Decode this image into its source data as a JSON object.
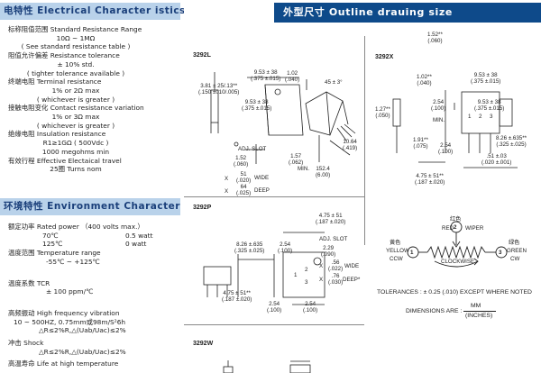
{
  "electrical": {
    "heading": "电特性 Electrical Character istics",
    "lines": [
      "标称阻值范围 Standard Resistance Range",
      "10Ω ~ 1MΩ",
      "( See standard resistance table )",
      "阻值允许偏差 Resistance tolerance",
      "± 10% std.",
      "( tighter tolerance available )",
      "终端电阻 Terminal resistance",
      "1% or 2Ω max",
      "( whichever is greater )",
      "接触电阻变化 Contact resistance variation",
      "1% or 3Ω max",
      "( whichever is greater )",
      "绝缘电阻 Insulation resistance",
      "R1≥1GΩ ( 500Vdc )",
      "1000 megohms min",
      "有效行程 Effective Electaical travel",
      "25圈 Turns nom"
    ]
  },
  "environment": {
    "heading": "环境特性 Environment Character istics",
    "rated_power": "额定功率 Rated power （400 volts max.）",
    "power_rows": [
      {
        "temp": "70℃",
        "value": "0.5 watt"
      },
      {
        "temp": "125℃",
        "value": "0 watt"
      }
    ],
    "temp_range_label": "温度范围 Temperature range",
    "temp_range_value": "-55℃ ~ +125℃",
    "tcr_label": "温度系数 TCR",
    "tcr_value": "± 100 ppm/℃",
    "vibration_label": "高频振动 High frequency vibration",
    "vibration_value": "10 ~ 500HZ, 0.75mm或98m/S²6h",
    "vibration_delta": "△R≤2%R,△(Uab/Uac)≤2%",
    "shock_label": "冲击 Shock",
    "shock_delta": "△R≤2%R,△(Uab/Uac)≤2%",
    "life_label": "高温寿命 Life at high temperature"
  },
  "outline": {
    "heading": "外型尺寸 Outline drauing size",
    "models": {
      "l": "3292L",
      "x": "3292X",
      "p": "3292P",
      "w": "3292W"
    },
    "dims_l": {
      "a": "3.81 ± 25/.13**",
      "a2": "(.150 ±010/.005)",
      "b": "9.53 ± 38",
      "b2": "(.375 ±.015)",
      "c": "1.02",
      "c2": "(.040)",
      "d": "45 ± 3°",
      "e": "9.53 ± 38",
      "e2": "(.375 ±.015)",
      "adj": "ADJ. SLOT",
      "f": "1.52",
      "f2": "(.060)",
      "g": "51",
      "g2": "(.020)",
      "wide": "WIDE",
      "h": "64",
      "h2": "(.025)",
      "deep": "DEEP",
      "i": "1.57",
      "i2": "(.062)",
      "j": "MIN.",
      "k": "152.4",
      "k2": "(6.00)",
      "m": "10.64",
      "m2": "(.419)",
      "x": "X"
    },
    "dims_x": {
      "a": "1.52**",
      "a2": "(.060)",
      "b": "1.02**",
      "b2": "(.040)",
      "c": "9.53 ± 38",
      "c2": "(.375 ±.015)",
      "d": "1.27**",
      "d2": "(.050)",
      "e": "2.54",
      "e2": "(.100)",
      "min": "MIN.",
      "f": "9.53 ± 38",
      "f2": "(.375 ±.015)",
      "g": "8.26 ±.635**",
      "g2": "(.325 ±.025)",
      "h": "1.91**",
      "h2": "(.075)",
      "i": "2.54",
      "i2": "(.100)",
      "j": ".51 ±.03",
      "j2": "(.020 ±.001)",
      "k": "4.75 ± 51**",
      "k2": "(.187 ±.020)",
      "pins": [
        "1",
        "2",
        "3"
      ]
    },
    "dims_p": {
      "a": "4.75 ± 51",
      "a2": "(.187 ±.020)",
      "adj": "ADJ. SLOT",
      "b": "8.26 ±.635",
      "b2": "(.325 ±.025)",
      "c": "2.54",
      "c2": "(.100)",
      "d": "2.29",
      "d2": "(.090)",
      "e": "X",
      "f": ".56",
      "f2": "(.022)",
      "wide": "WIDE",
      "g": ".76",
      "g2": "(.030)",
      "deep": "DEEP*",
      "h": "4.75 ± 51**",
      "h2": "(.187 ±.020)",
      "i": "2.54",
      "i2": "(.100)",
      "j": "2.54",
      "j2": "(.100)",
      "pins": [
        "1",
        "2",
        "3"
      ]
    },
    "circuit": {
      "header_cn": "红色",
      "red": "RED",
      "wiper": "WIPER",
      "n2": "2",
      "cn_left": "黄色",
      "yellow": "YELLOW",
      "ccw": "CCW",
      "n1": "1",
      "clockwise": "CLOCKWISE",
      "n3": "3",
      "cn_right": "绿色",
      "green": "GREEN",
      "cw": "CW"
    },
    "tolerances": "TOLERANCES : ± 0.25 (.010) EXCEPT WHERE NOTED",
    "dimensions_label": "DIMENSIONS ARE :",
    "mm": "MM",
    "inches": "(INCHES)"
  }
}
